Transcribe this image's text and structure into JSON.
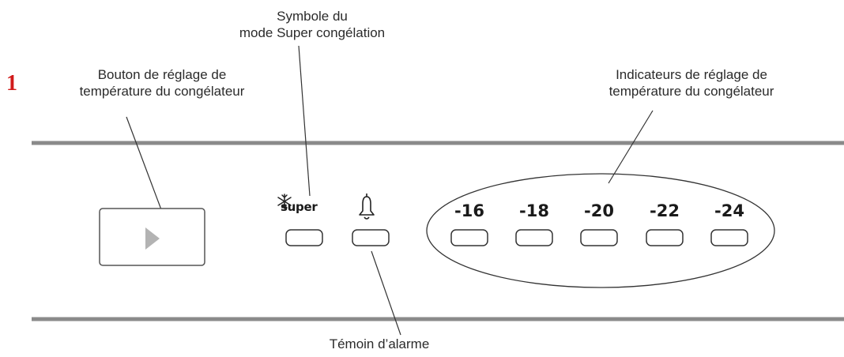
{
  "page_number": "1",
  "callouts": {
    "super_symbol": [
      "Symbole du",
      "mode Super congélation"
    ],
    "adjust_button": [
      "Bouton de réglage de",
      "température du congélateur"
    ],
    "indicators": [
      "Indicateurs de réglage de",
      "température du congélateur"
    ],
    "alarm": [
      "Témoin d’alarme"
    ]
  },
  "panel": {
    "super_label": "super",
    "temperatures": [
      "-16",
      "-18",
      "-20",
      "-22",
      "-24"
    ]
  },
  "icons": [
    "snowflake-icon",
    "bell-icon",
    "play-arrow-icon"
  ]
}
